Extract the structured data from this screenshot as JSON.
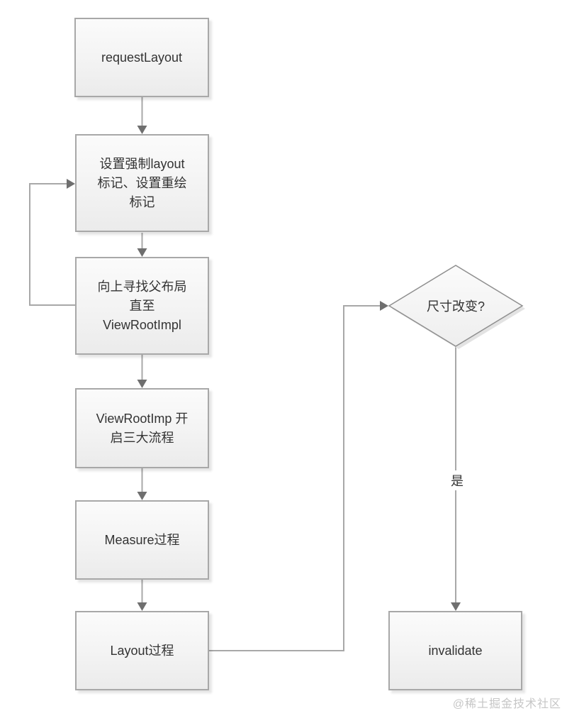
{
  "diagram": {
    "nodes": {
      "request_layout": {
        "label": "requestLayout"
      },
      "set_flags": {
        "label": "设置强制layout\n标记、设置重绘\n标记"
      },
      "find_parent": {
        "label": "向上寻找父布局\n直至\nViewRootImpl"
      },
      "view_root_three": {
        "label": "ViewRootImp 开\n启三大流程"
      },
      "measure": {
        "label": "Measure过程"
      },
      "layout": {
        "label": "Layout过程"
      },
      "size_changed": {
        "label": "尺寸改变?"
      },
      "invalidate": {
        "label": "invalidate"
      }
    },
    "edge_labels": {
      "yes": "是"
    },
    "watermark": "@稀土掘金技术社区",
    "colors": {
      "node_border": "#a8a8a8",
      "node_fill_top": "#fbfbfb",
      "node_fill_bottom": "#ebebeb",
      "connector_line": "#a8a8a8",
      "arrowhead": "#6f6f6f",
      "text": "#333333",
      "watermark_text": "#c6c6c6"
    }
  }
}
